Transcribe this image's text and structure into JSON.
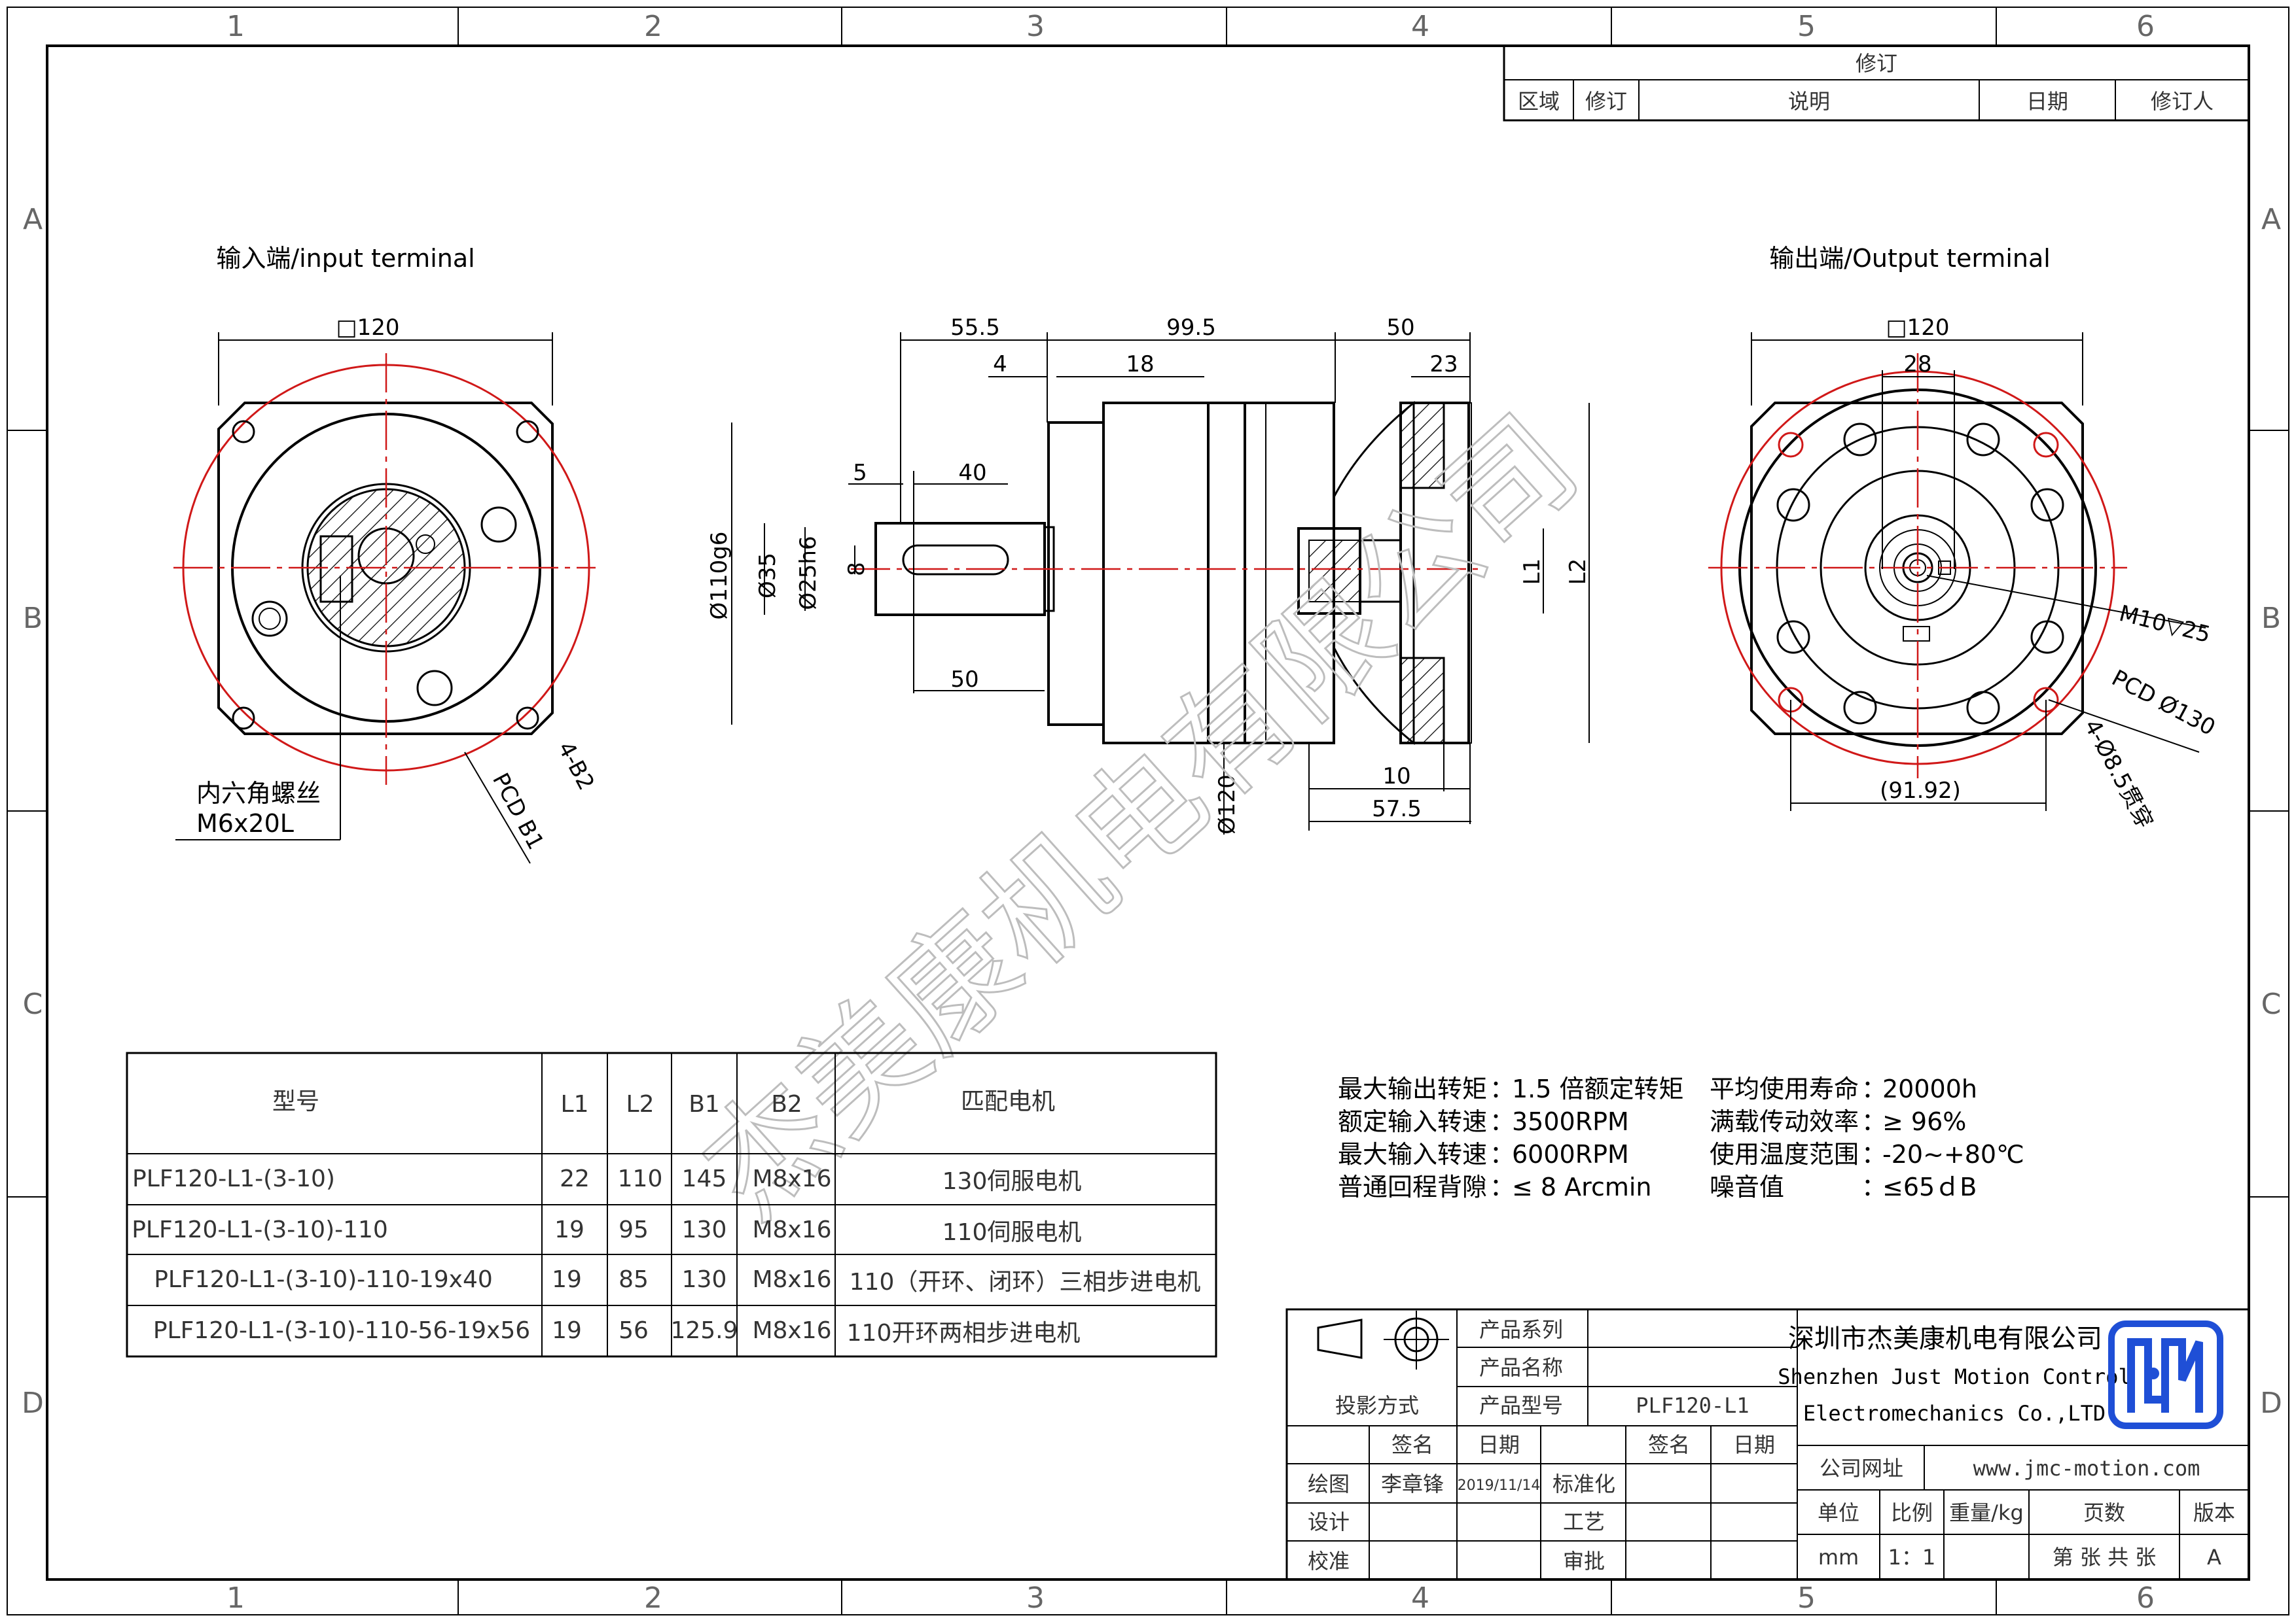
{
  "border": {
    "columns": [
      "1",
      "2",
      "3",
      "4",
      "5",
      "6"
    ],
    "rows": [
      "A",
      "B",
      "C",
      "D"
    ]
  },
  "revision_block": {
    "title": "修订",
    "headers": [
      "区域",
      "修订",
      "说明",
      "日期",
      "修订人"
    ]
  },
  "views": {
    "input_title": "输入端/input terminal",
    "output_title": "输出端/Output terminal"
  },
  "input_dims": {
    "square": "□120",
    "screw_label_1": "内六角螺丝",
    "screw_label_2": "M6x20L",
    "pcd": "PCD B1",
    "holes": "4-B2"
  },
  "side_dims": {
    "d_55_5": "55.5",
    "d_99_5": "99.5",
    "d_50_top": "50",
    "d_4": "4",
    "d_18": "18",
    "d_23": "23",
    "d_5": "5",
    "d_40": "40",
    "d_50_bottom": "50",
    "d_110": "Ø110g6",
    "d_35": "Ø35",
    "d_25": "Ø25h6",
    "d_8": "8",
    "d_120": "Ø120",
    "d_10": "10",
    "d_57_5": "57.5",
    "l1": "L1",
    "l2": "L2"
  },
  "output_dims": {
    "square": "□120",
    "d_28": "28",
    "thread": "M10▽25",
    "pcd": "PCD Ø130",
    "holes": "4-Ø8.5贯穿",
    "d_91_92": "(91.92)"
  },
  "model_table": {
    "headers": [
      "型号",
      "L1",
      "L2",
      "B1",
      "B2",
      "匹配电机"
    ],
    "rows": [
      [
        "PLF120-L1-(3-10)",
        "22",
        "110",
        "145",
        "M8x16",
        "130伺服电机"
      ],
      [
        "PLF120-L1-(3-10)-110",
        "19",
        "95",
        "130",
        "M8x16",
        "110伺服电机"
      ],
      [
        "PLF120-L1-(3-10)-110-19x40",
        "19",
        "85",
        "130",
        "M8x16",
        "110（开环、闭环）三相步进电机"
      ],
      [
        "PLF120-L1-(3-10)-110-56-19x56",
        "19",
        "56",
        "125.9",
        "M8x16",
        "110开环两相步进电机"
      ]
    ]
  },
  "specs": {
    "left": [
      {
        "label": "最大输出转矩",
        "value": "1.5 倍额定转矩"
      },
      {
        "label": "额定输入转速",
        "value": "3500RPM"
      },
      {
        "label": "最大输入转速",
        "value": "6000RPM"
      },
      {
        "label": "普通回程背隙",
        "value": "≤ 8 Arcmin"
      }
    ],
    "right": [
      {
        "label": "平均使用寿命",
        "value": "20000h"
      },
      {
        "label": "满载传动效率",
        "value": "≥   96%"
      },
      {
        "label": "使用温度范围",
        "value": "-20~+80℃"
      },
      {
        "label": "噪音值",
        "value": "≤65ｄB"
      }
    ],
    "separator": "："
  },
  "watermark": "杰美康机电有限公司",
  "title_block": {
    "projection": "投影方式",
    "product_series": "产品系列",
    "product_name": "产品名称",
    "product_model": "产品型号",
    "product_model_value": "PLF120-L1",
    "sign": "签名",
    "date": "日期",
    "drawn": "绘图",
    "drawn_name": "李章锋",
    "drawn_date": "2019/11/14",
    "standard": "标准化",
    "design": "设计",
    "process": "工艺",
    "check": "校准",
    "approve": "审批",
    "company_cn": "深圳市杰美康机电有限公司",
    "company_en_1": "Shenzhen Just Motion Control",
    "company_en_2": "Electromechanics Co.,LTD",
    "website_label": "公司网址",
    "website": "www.jmc-motion.com",
    "unit_label": "单位",
    "scale_label": "比例",
    "weight_label": "重量/kg",
    "pages_label": "页数",
    "version_label": "版本",
    "unit": "mm",
    "scale": "1：1",
    "pages": "第 张 共 张",
    "version": "A",
    "logo_color": "#1f4fd6"
  }
}
